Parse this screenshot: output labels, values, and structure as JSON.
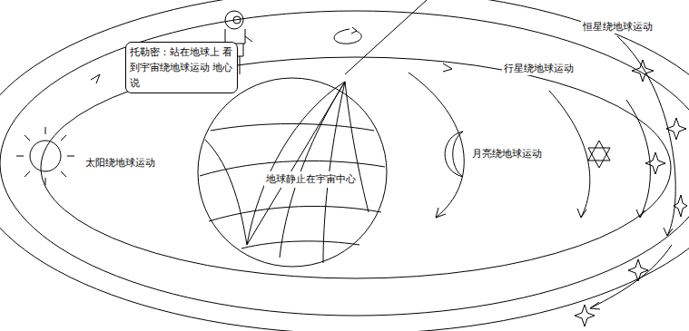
{
  "diagram": {
    "nodes": [
      {
        "text": [
          "托勒密：站在地球上 看到宇宙绕地球运动 地心说"
        ]
      },
      {
        "text": [
          "地球静止在宇宙中心"
        ]
      }
    ],
    "labels": [
      "太阳绕地球运动",
      "月亮绕地球运动",
      "行星绕地球运动",
      "恒星绕地球运动"
    ]
  }
}
